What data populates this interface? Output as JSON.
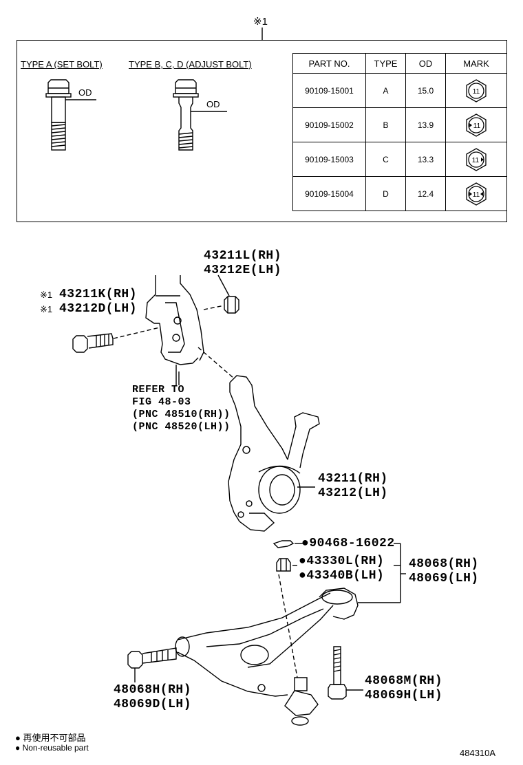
{
  "ref_marker": "※1",
  "bolt_types": {
    "type_a_label": "TYPE A (SET BOLT)",
    "type_bcd_label": "TYPE B, C, D (ADJUST BOLT)",
    "od_label": "OD"
  },
  "table": {
    "headers": [
      "PART NO.",
      "TYPE",
      "OD",
      "MARK"
    ],
    "rows": [
      {
        "part_no": "90109-15001",
        "type": "A",
        "od": "15.0",
        "mark": "11"
      },
      {
        "part_no": "90109-15002",
        "type": "B",
        "od": "13.9",
        "mark": "11"
      },
      {
        "part_no": "90109-15003",
        "type": "C",
        "od": "13.3",
        "mark": "11"
      },
      {
        "part_no": "90109-15004",
        "type": "D",
        "od": "12.4",
        "mark": "11"
      }
    ]
  },
  "callouts": {
    "nut_rh": "43211L(RH)",
    "nut_lh": "43212E(LH)",
    "bolt_marker": "※1",
    "bolt_rh": "43211K(RH)",
    "bolt_lh": "43212D(LH)",
    "refer_1": "REFER TO",
    "refer_2": "FIG 48-03",
    "refer_3": "(PNC 48510(RH))",
    "refer_4": "(PNC 48520(LH))",
    "knuckle_rh": "43211(RH)",
    "knuckle_lh": "43212(LH)",
    "cotter_pin": "90468-16022",
    "balljoint_rh": "43330L(RH)",
    "balljoint_lh": "43340B(LH)",
    "arm_rh": "48068(RH)",
    "arm_lh": "48069(LH)",
    "front_bolt_rh": "48068H(RH)",
    "front_bolt_lh": "48069D(LH)",
    "rear_bolt_rh": "48068M(RH)",
    "rear_bolt_lh": "48069H(LH)"
  },
  "legend": {
    "japanese": "再使用不可部品",
    "english": "Non-reusable part",
    "bullet": "●"
  },
  "figure_id": "484310A"
}
